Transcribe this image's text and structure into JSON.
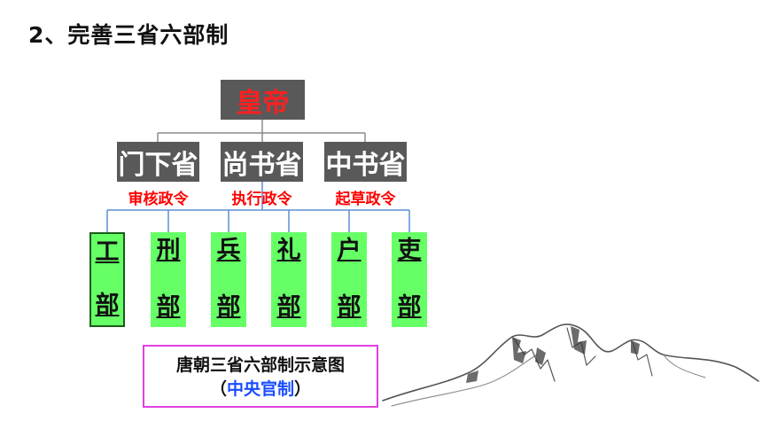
{
  "heading": "2、完善三省六部制",
  "emperor": {
    "label": "皇帝",
    "color": "#ff2020"
  },
  "provinces": [
    {
      "name": "门下省",
      "function": "审核政令"
    },
    {
      "name": "尚书省",
      "function": "执行政令"
    },
    {
      "name": "中书省",
      "function": "起草政令"
    }
  ],
  "ministries": [
    {
      "top": "工",
      "bottom": "部"
    },
    {
      "top": "刑",
      "bottom": "部"
    },
    {
      "top": "兵",
      "bottom": "部"
    },
    {
      "top": "礼",
      "bottom": "部"
    },
    {
      "top": "户",
      "bottom": "部"
    },
    {
      "top": "吏",
      "bottom": "部"
    }
  ],
  "caption": {
    "title": "唐朝三省六部制示意图",
    "open_paren": "（",
    "subtitle": "中央官制",
    "close_paren": "）"
  },
  "colors": {
    "function_text": "#ff0000",
    "line": "#5b8fd6",
    "box_dark": "#595959",
    "ministry_fill": "#66ff66",
    "caption_border": "#e040e0",
    "subtitle": "#1a4dff"
  }
}
